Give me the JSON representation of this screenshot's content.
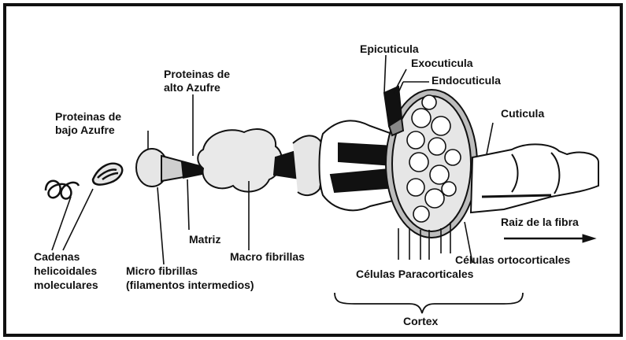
{
  "labels": {
    "protein_low_sulfur_1": "Proteinas de",
    "protein_low_sulfur_2": "bajo Azufre",
    "protein_high_sulfur_1": "Proteinas de",
    "protein_high_sulfur_2": "alto Azufre",
    "epicuticula": "Epicuticula",
    "exocuticula": "Exocuticula",
    "endocuticula": "Endocuticula",
    "cuticula": "Cuticula",
    "raiz": "Raiz de la fibra",
    "cadenas_1": "Cadenas",
    "cadenas_2": "helicoidales",
    "cadenas_3": "moleculares",
    "micro_1": "Micro fibrillas",
    "micro_2": "(filamentos intermedios)",
    "matriz": "Matriz",
    "macro": "Macro fibrillas",
    "ortocorticales": "Células ortocorticales",
    "paracorticales": "Células Paracorticales",
    "cortex": "Cortex"
  },
  "colors": {
    "ink": "#111111",
    "paper": "#ffffff",
    "shade": "#bdbdbd",
    "light": "#e6e6e6"
  }
}
